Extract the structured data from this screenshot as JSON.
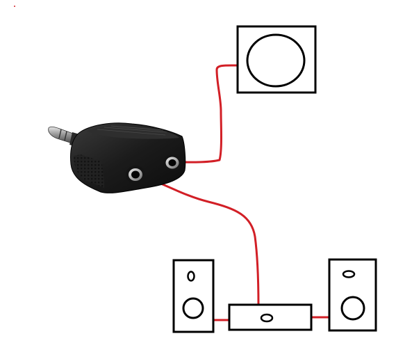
{
  "diagram": {
    "devices": [
      {
        "name": "headphone-splitter-adapter",
        "kind": "3.5mm stereo Y splitter"
      },
      {
        "name": "subwoofer",
        "kind": "square box with round driver"
      },
      {
        "name": "left-speaker",
        "kind": "speaker"
      },
      {
        "name": "right-speaker",
        "kind": "speaker"
      },
      {
        "name": "amplifier-box",
        "kind": "rectangular hub with one jack"
      }
    ],
    "connections": [
      {
        "from": "splitter-jack-right",
        "to": "subwoofer",
        "color": "#d21f26"
      },
      {
        "from": "splitter-jack-left",
        "to": "amplifier-box",
        "color": "#d21f26"
      },
      {
        "from": "left-speaker",
        "to": "amplifier-box",
        "color": "#d21f26"
      },
      {
        "from": "amplifier-box",
        "to": "right-speaker",
        "color": "#d21f26"
      }
    ],
    "colors": {
      "wire": "#d21f26",
      "outline": "#000000",
      "adapter_body": "#1b1b1b",
      "adapter_highlight": "#3a3a3a",
      "plug_metal": "#b8b8b8"
    },
    "icons": [
      "splitter-plug-icon",
      "subwoofer-driver-icon",
      "speaker-cone-icon"
    ]
  }
}
